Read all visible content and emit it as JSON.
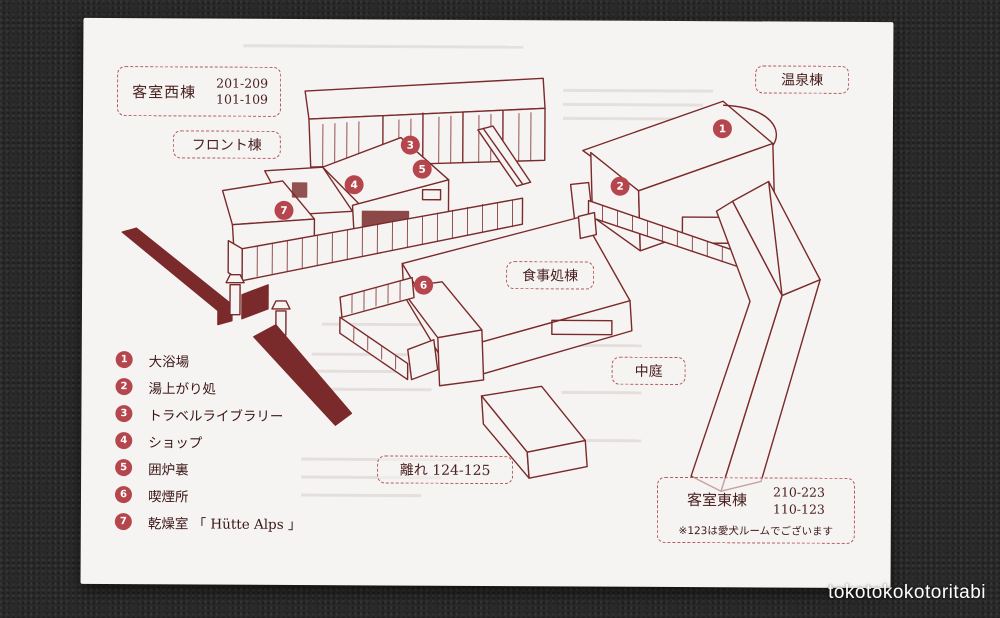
{
  "buildings": {
    "west_wing": {
      "name": "客室西棟",
      "rooms_line1": "201-209",
      "rooms_line2": "101-109"
    },
    "front": {
      "name": "フロント棟"
    },
    "hot_spring": {
      "name": "温泉棟"
    },
    "dining": {
      "name": "食事処棟"
    },
    "courtyard": {
      "name": "中庭"
    },
    "annex": {
      "name": "離れ 124-125"
    },
    "east_wing": {
      "name": "客室東棟",
      "rooms_line1": "210-223",
      "rooms_line2": "110-123",
      "note": "※123は愛犬ルームでございます"
    }
  },
  "markers": [
    "1",
    "2",
    "3",
    "4",
    "5",
    "6",
    "7"
  ],
  "legend": [
    {
      "num": "1",
      "label": "大浴場"
    },
    {
      "num": "2",
      "label": "湯上がり処"
    },
    {
      "num": "3",
      "label": "トラベルライブラリー"
    },
    {
      "num": "4",
      "label": "ショップ"
    },
    {
      "num": "5",
      "label": "囲炉裏"
    },
    {
      "num": "6",
      "label": "喫煙所"
    },
    {
      "num": "7",
      "label": "乾燥室 「 Hütte Alps 」"
    }
  ],
  "watermark": "tokotokokotoritabi",
  "colors": {
    "line": "#7a2a2a",
    "accent": "#b5464e",
    "paper": "#f6f4f2"
  }
}
